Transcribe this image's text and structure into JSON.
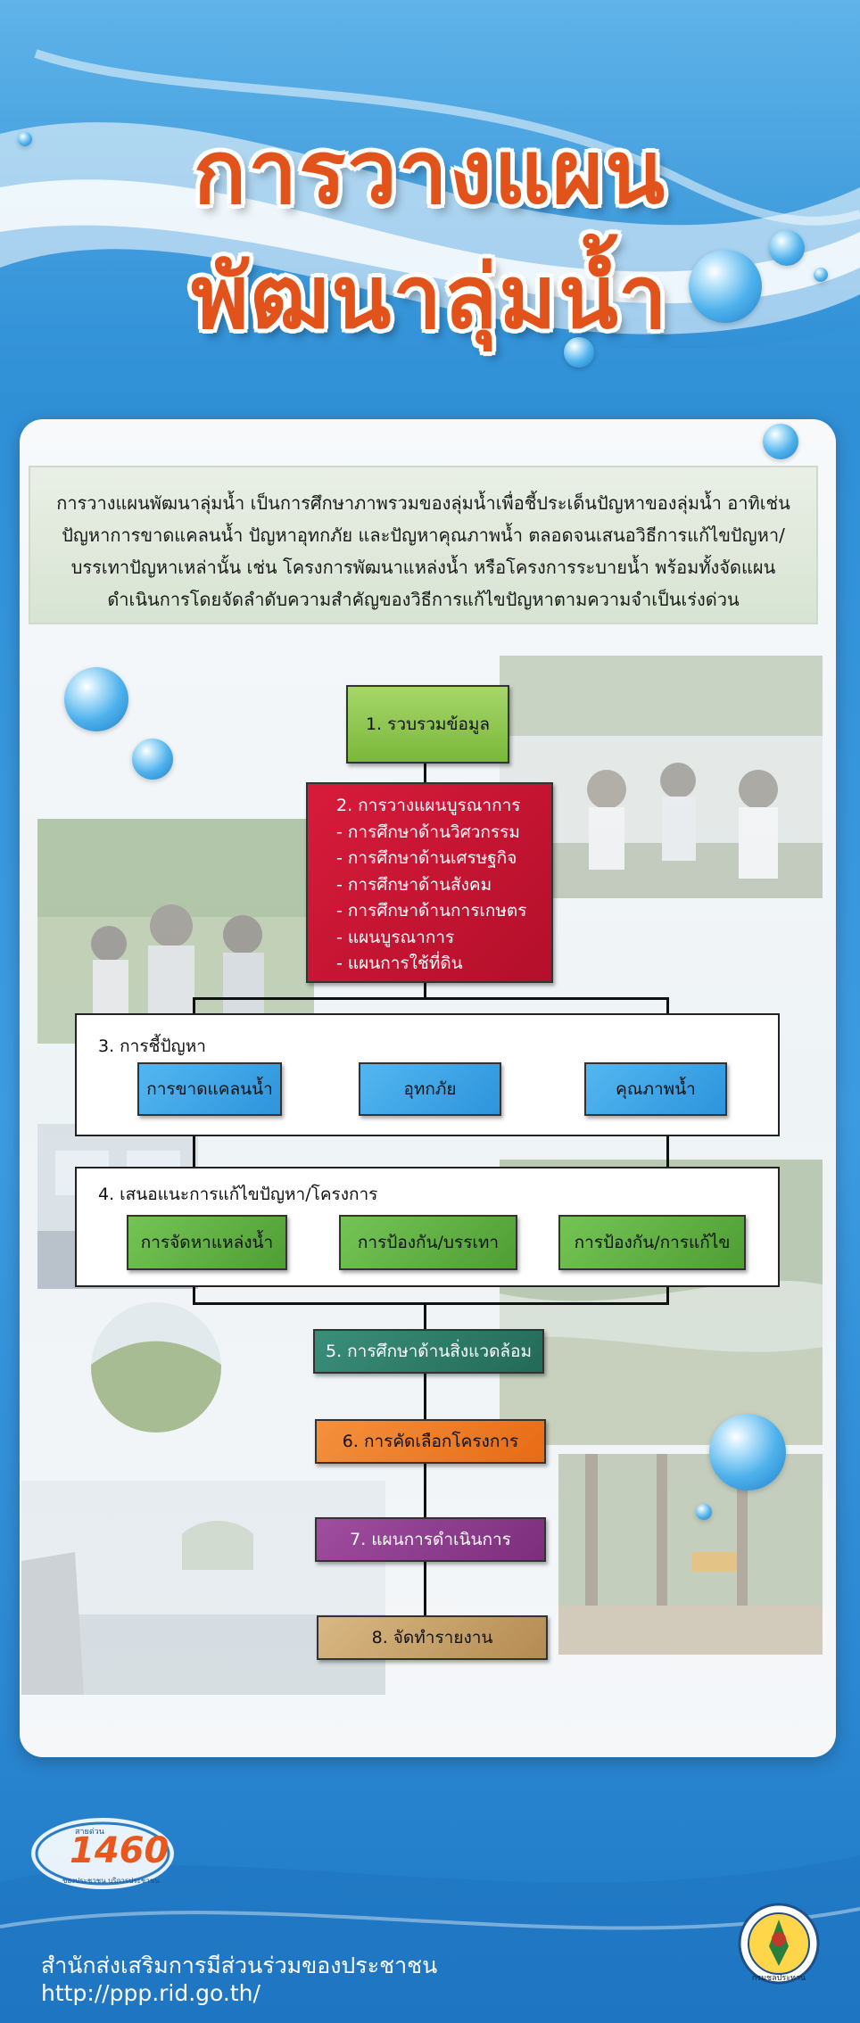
{
  "title": {
    "line1": "การวางแผน",
    "line2": "พัฒนาลุ่มน้ำ"
  },
  "intro": {
    "lines": [
      "การวางแผนพัฒนาลุ่มน้ำ เป็นการศึกษาภาพรวมของลุ่มน้ำเพื่อชี้ประเด็นปัญหาของลุ่มน้ำ อาทิเช่น",
      "ปัญหาการขาดแคลนน้ำ ปัญหาอุทกภัย และปัญหาคุณภาพน้ำ ตลอดจนเสนอวิธีการแก้ไขปัญหา/",
      "บรรเทาปัญหาเหล่านั้น เช่น โครงการพัฒนาแหล่งน้ำ หรือโครงการระบายน้ำ พร้อมทั้งจัดแผน",
      "ดำเนินการโดยจัดลำดับความสำคัญของวิธีการแก้ไขปัญหาตามความจำเป็นเร่งด่วน"
    ]
  },
  "diagram": {
    "step1": "1. รวบรวมข้อมูล",
    "step2": {
      "title": "2. การวางแผนบูรณาการ",
      "items": [
        "- การศึกษาด้านวิศวกรรม",
        "- การศึกษาด้านเศรษฐกิจ",
        "- การศึกษาด้านสังคม",
        "- การศึกษาด้านการเกษตร",
        "- แผนบูรณาการ",
        "- แผนการใช้ที่ดิน"
      ]
    },
    "step3": {
      "title": "3. การชี้ปัญหา",
      "items": [
        "การขาดแคลนน้ำ",
        "อุทกภัย",
        "คุณภาพน้ำ"
      ]
    },
    "step4": {
      "title": "4. เสนอแนะการแก้ไขปัญหา/โครงการ",
      "items": [
        "การจัดหาแหล่งน้ำ",
        "การป้องกัน/บรรเทา",
        "การป้องกัน/การแก้ไข"
      ]
    },
    "step5": "5. การศึกษาด้านสิ่งแวดล้อม",
    "step6": "6. การคัดเลือกโครงการ",
    "step7": "7. แผนการดำเนินการ",
    "step8": "8. จัดทำรายงาน"
  },
  "logo": {
    "number": "1460",
    "small_top": "สายด่วน",
    "small_bottom": "ของประชาชน บริการประชาชน"
  },
  "seal": {
    "text": "กรมชลประทาน"
  },
  "footer": {
    "org": "สำนักส่งเสริมการมีส่วนร่วมของประชาชน",
    "url": "http://ppp.rid.go.th/"
  },
  "colors": {
    "title": "#e2531c",
    "step1": "#8cc63f",
    "step2": "#c0122f",
    "step3_items": "#3aa6e8",
    "step4_items": "#5fb142",
    "step5": "#2e7d6b",
    "step6": "#ef7a22",
    "step7": "#8e3a8e",
    "step8": "#c9a46c"
  }
}
